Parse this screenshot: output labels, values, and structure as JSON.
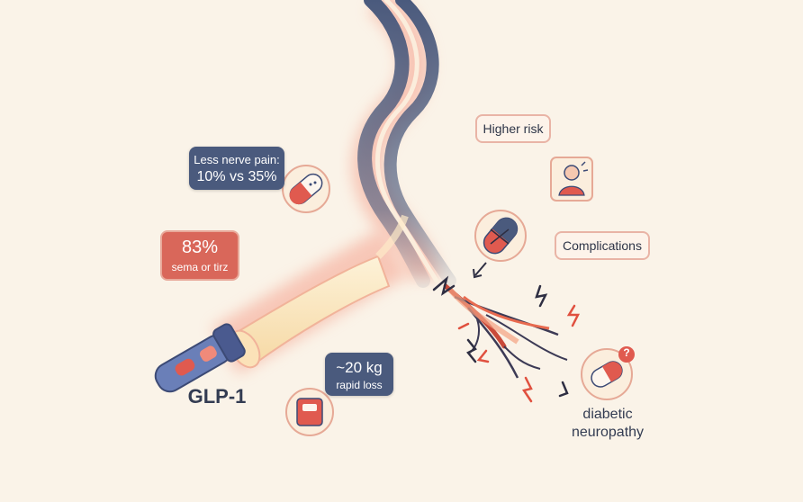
{
  "labels": {
    "nerve_pain_title": "Less nerve pain:",
    "nerve_pain_value": "10% vs 35%",
    "percent_value": "83%",
    "percent_caption": "sema or tirz",
    "weight_value": "~20 kg",
    "weight_caption": "rapid loss",
    "drug_name": "GLP-1",
    "higher_risk": "Higher risk",
    "complications": "Complications",
    "condition_line1": "diabetic",
    "condition_line2": "neuropathy",
    "question_mark": "?"
  },
  "icons": [
    "pill-smiley-icon",
    "person-worried-icon",
    "broken-pill-icon",
    "scale-icon",
    "nerve-pain-icon",
    "syringe-pen-icon"
  ],
  "colors": {
    "background": "#faf3e8",
    "nerve_blue": "#4a5a7d",
    "accent_red": "#d9675a",
    "glow": "#f5a38f",
    "sheath": "#fbe8c0"
  }
}
